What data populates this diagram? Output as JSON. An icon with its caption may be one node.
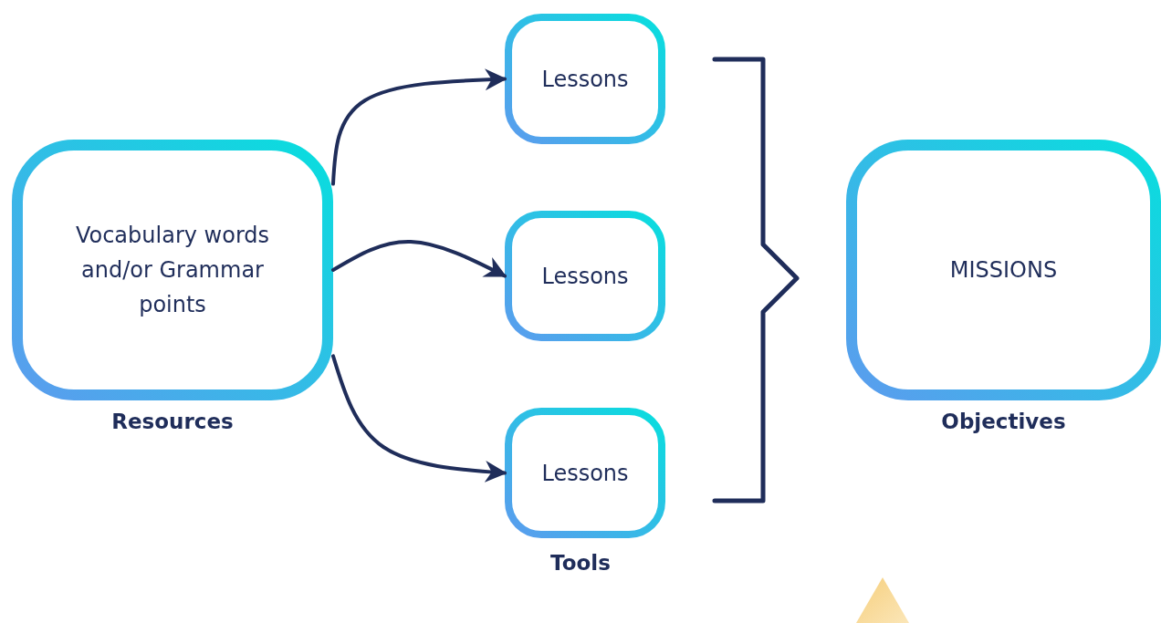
{
  "diagram": {
    "nodes": [
      {
        "text": [
          "Vocabulary words and/or Grammar points"
        ],
        "beside": [
          "Resources"
        ]
      },
      {
        "text": [
          "Lessons"
        ]
      },
      {
        "text": [
          "Lessons"
        ]
      },
      {
        "text": [
          "Lessons"
        ]
      },
      {
        "text": [
          "MISSIONS"
        ],
        "beside": [
          "Objectives"
        ]
      }
    ],
    "edges": [
      {
        "from": 0,
        "to": 1,
        "arrow": "to"
      },
      {
        "from": 0,
        "to": 2,
        "arrow": "to"
      },
      {
        "from": 0,
        "to": 3,
        "arrow": "to"
      }
    ],
    "labels": [
      "Tools"
    ]
  }
}
